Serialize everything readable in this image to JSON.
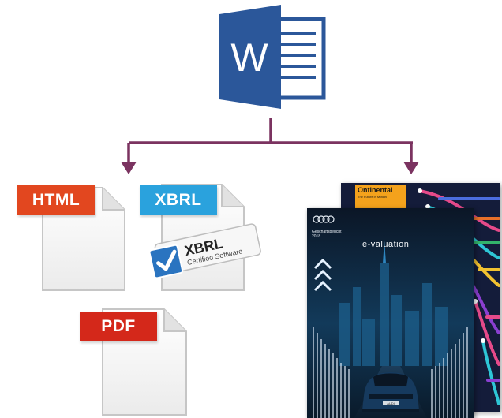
{
  "word_icon": {
    "letter": "W",
    "color": "#2b579a"
  },
  "connector_color": "#7b3360",
  "file_formats": {
    "html": {
      "label": "HTML",
      "color": "#e2471f"
    },
    "xbrl": {
      "label": "XBRL",
      "color": "#2aa2dd"
    },
    "pdf": {
      "label": "PDF",
      "color": "#d4281a"
    }
  },
  "xbrl_badge": {
    "brand": "XBRL",
    "subtitle": "Certified Software"
  },
  "covers": {
    "continental": {
      "brand": "Ontinental",
      "tagline": "The Future in Motion"
    },
    "audi": {
      "report_title": "Geschäftsbericht",
      "year": "2018",
      "headline": "e-valuation",
      "plate": "AUDI"
    }
  }
}
